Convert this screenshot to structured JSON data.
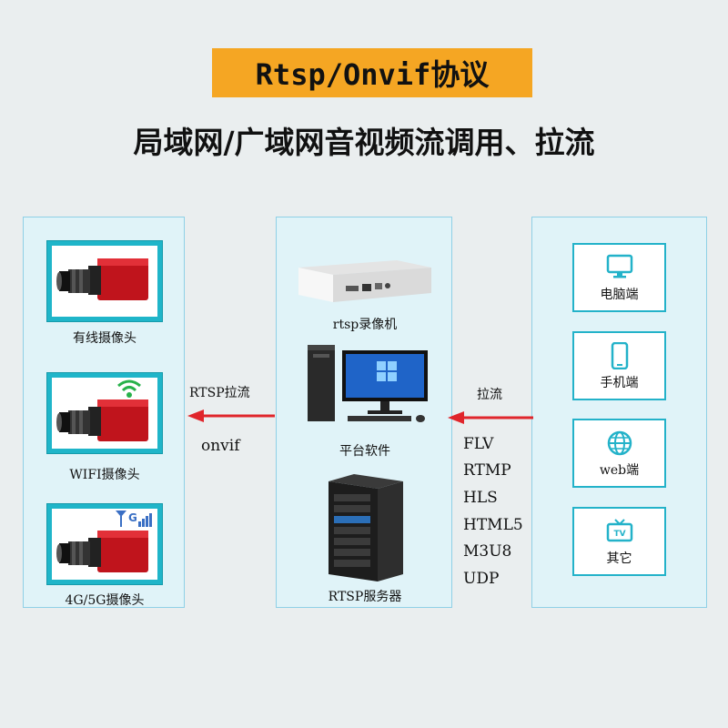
{
  "title": "Rtsp/Onvif协议",
  "subtitle": "局域网/广域网音视频流调用、拉流",
  "colors": {
    "title_bg": "#f5a623",
    "panel_bg": "#e0f3f8",
    "panel_border": "#8fd0e6",
    "card_teal": "#1fb5c9",
    "arrow_red": "#e0252b"
  },
  "cameras": [
    {
      "label": "有线摄像头",
      "icon": "camera-icon"
    },
    {
      "label": "WIFI摄像头",
      "icon": "wifi-icon"
    },
    {
      "label": "4G/5G摄像头",
      "icon": "signal-4g-icon"
    }
  ],
  "middle": {
    "nvr_label": "rtsp录像机",
    "pc_label": "平台软件",
    "server_label": "RTSP服务器"
  },
  "left_arrow": {
    "label": "RTSP拉流",
    "sublabel": "onvif"
  },
  "right_arrow": {
    "label": "拉流"
  },
  "protocols": [
    "FLV",
    "RTMP",
    "HLS",
    "HTML5",
    "M3U8",
    "UDP"
  ],
  "clients": [
    {
      "label": "电脑端",
      "icon": "monitor-icon"
    },
    {
      "label": "手机端",
      "icon": "phone-icon"
    },
    {
      "label": "web端",
      "icon": "globe-icon"
    },
    {
      "label": "其它",
      "icon": "tv-icon"
    }
  ]
}
